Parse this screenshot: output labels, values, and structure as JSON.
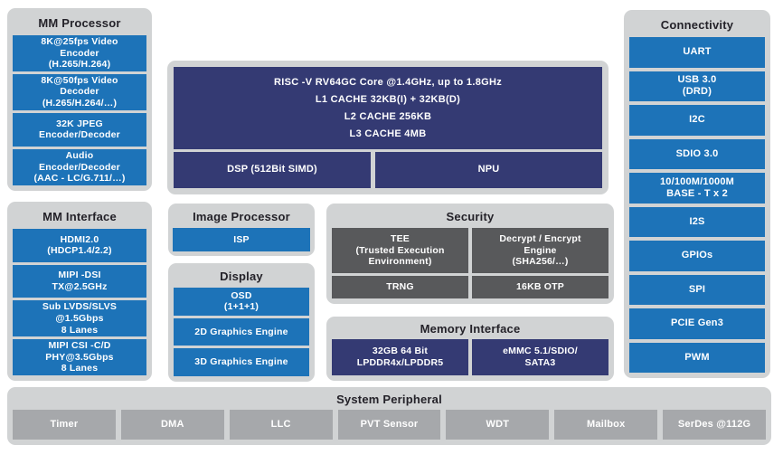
{
  "palette": {
    "page_bg": "#ffffff",
    "group_bg": "#d1d3d4",
    "blue": "#1d73b8",
    "navy": "#343a73",
    "dark_gray": "#58595b",
    "mid_gray": "#a6a8ab",
    "title_text": "#242229",
    "box_text": "#ffffff"
  },
  "mm_processor": {
    "title": "MM Processor",
    "items": [
      "8K@25fps Video\nEncoder\n(H.265/H.264)",
      "8K@50fps Video\nDecoder\n(H.265/H.264/…)",
      "32K JPEG\nEncoder/Decoder",
      "Audio\nEncoder/Decoder\n(AAC - LC/G.711/…)"
    ]
  },
  "mm_interface": {
    "title": "MM Interface",
    "items": [
      "HDMI2.0\n(HDCP1.4/2.2)",
      "MIPI -DSI\nTX@2.5GHz",
      "Sub LVDS/SLVS\n@1.5Gbps\n8 Lanes",
      "MIPI CSI -C/D\nPHY@3.5Gbps\n8 Lanes"
    ]
  },
  "core": {
    "lines": [
      "RISC -V  RV64GC Core @1.4GHz, up to 1.8GHz",
      "L1 CACHE 32KB(I) + 32KB(D)",
      "L2 CACHE   256KB",
      "L3 CACHE   4MB"
    ],
    "dsp": "DSP (512Bit SIMD)",
    "npu": "NPU"
  },
  "image_processor": {
    "title": "Image Processor",
    "items": [
      "ISP"
    ]
  },
  "display": {
    "title": "Display",
    "items": [
      "OSD\n(1+1+1)",
      "2D  Graphics Engine",
      "3D  Graphics Engine"
    ]
  },
  "security": {
    "title": "Security",
    "items": [
      "TEE\n(Trusted Execution\nEnvironment)",
      "Decrypt / Encrypt\nEngine\n(SHA256/…)",
      "TRNG",
      "16KB  OTP"
    ]
  },
  "memory_interface": {
    "title": "Memory Interface",
    "items": [
      "32GB 64 Bit\nLPDDR4x/LPDDR5",
      "eMMC   5.1/SDIO/\nSATA3"
    ]
  },
  "connectivity": {
    "title": "Connectivity",
    "items": [
      "UART",
      "USB  3.0\n(DRD)",
      "I2C",
      "SDIO 3.0",
      "10/100M/1000M\nBASE - T x 2",
      "I2S",
      "GPIOs",
      "SPI",
      "PCIE  Gen3",
      "PWM"
    ]
  },
  "system_peripheral": {
    "title": "System Peripheral",
    "items": [
      "Timer",
      "DMA",
      "LLC",
      "PVT Sensor",
      "WDT",
      "Mailbox",
      "SerDes  @112G"
    ]
  }
}
